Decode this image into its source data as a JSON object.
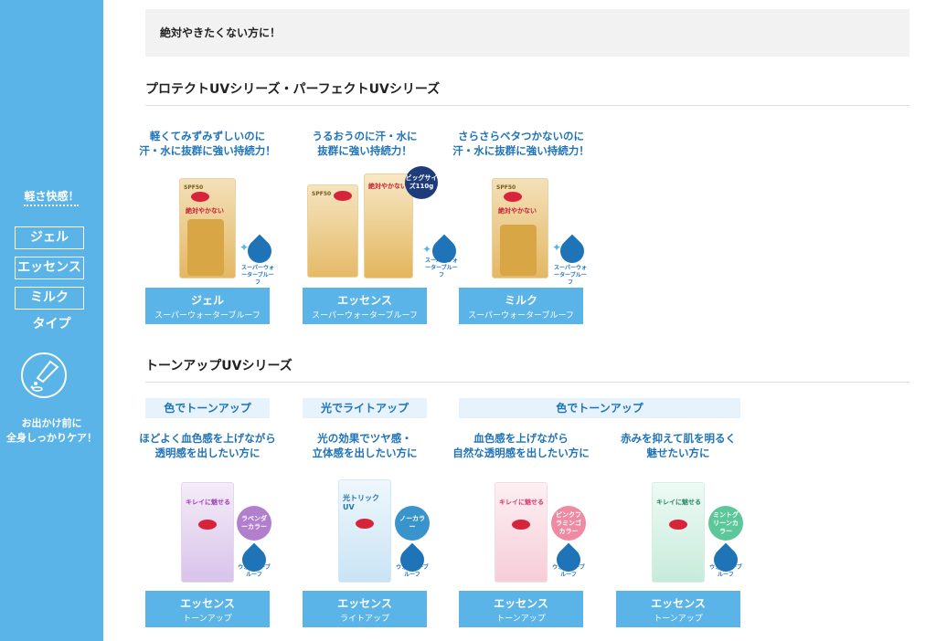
{
  "sidebar": {
    "heading": "軽さ快感！",
    "buttons": [
      "ジェル",
      "エッセンス",
      "ミルク"
    ],
    "type_label": "タイプ",
    "caption_line1": "お出かけ前に",
    "caption_line2": "全身しっかりケア！",
    "icon": "lotion-hand-icon"
  },
  "notice": {
    "text": "絶対やきたくない方に！"
  },
  "section1": {
    "title": "プロテクトUVシリーズ・パーフェクトUVシリーズ",
    "products": [
      {
        "tag1": "軽くてみずみずしいのに",
        "tag2": "汗・水に抜群に強い持続力！",
        "spf": "SPF50",
        "pack_text": "絶対やかない",
        "badge": "スーパーウォーターブルーフ",
        "label": "ジェル",
        "sub": "スーパーウォーターブルーフ"
      },
      {
        "tag1": "うるおうのに汗・水に",
        "tag2": "抜群に強い持続力！",
        "spf": "SPF50",
        "pack_text": "絶対やかない",
        "big_badge": "ビッグサイズ110g",
        "badge": "スーパーウォーターブルーフ",
        "label": "エッセンス",
        "sub": "スーパーウォーターブルーフ"
      },
      {
        "tag1": "さらさらベタつかないのに",
        "tag2": "汗・水に抜群に強い持続力！",
        "spf": "SPF50",
        "pack_text": "絶対やかない",
        "badge": "スーパーウォーターブルーフ",
        "label": "ミルク",
        "sub": "スーパーウォーターブルーフ"
      }
    ]
  },
  "section2": {
    "title": "トーンアップUVシリーズ",
    "categories": [
      "色でトーンアップ",
      "光でライトアップ",
      "色でトーンアップ"
    ],
    "products": [
      {
        "tag1": "ほどよく血色感を上げながら",
        "tag2": "透明感を出したい方に",
        "pack_text": "キレイに魅せる",
        "color_badge": "ラベンダーカラー",
        "color": "#b27fcf",
        "badge": "ウォーターブルーフ",
        "label": "エッセンス",
        "sub": "トーンアップ"
      },
      {
        "tag1": "光の効果でツヤ感・",
        "tag2": "立体感を出したい方に",
        "pack_text": "光トリックUV",
        "color_badge": "ノーカラー",
        "color": "#3a94cc",
        "badge": "ウォーターブルーフ",
        "label": "エッセンス",
        "sub": "ライトアップ"
      },
      {
        "tag1": "血色感を上げながら",
        "tag2": "自然な透明感を出したい方に",
        "pack_text": "キレイに魅せる",
        "color_badge": "ピンクフラミンゴカラー",
        "color": "#ef8aa3",
        "badge": "ウォーターブルーフ",
        "label": "エッセンス",
        "sub": "トーンアップ"
      },
      {
        "tag1": "赤みを抑えて肌を明るく",
        "tag2": "魅せたい方に",
        "pack_text": "キレイに魅せる",
        "color_badge": "ミントグリーンカラー",
        "color": "#5cc79a",
        "badge": "ウォーターブルーフ",
        "label": "エッセンス",
        "sub": "トーンアップ"
      }
    ]
  },
  "colors": {
    "sidebar": "#5ab4e8",
    "accent_text": "#1f73b7",
    "button": "#5ab4e8"
  }
}
